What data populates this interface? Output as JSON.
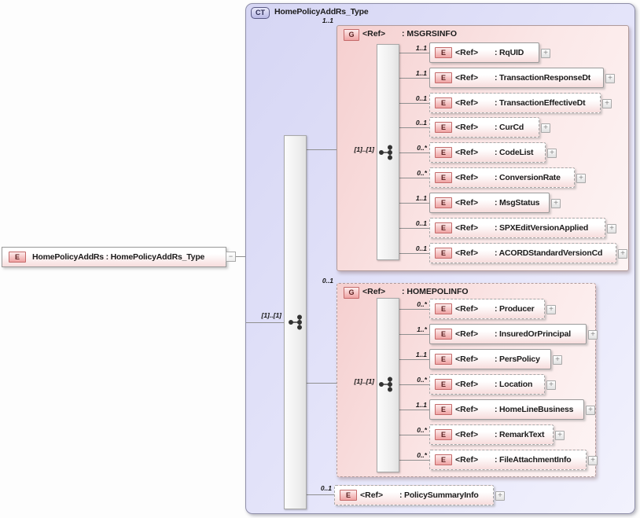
{
  "icons": {
    "expand": "+",
    "collapse": "−"
  },
  "root_element": {
    "badge": "E",
    "label": "HomePolicyAddRs : HomePolicyAddRs_Type"
  },
  "complex_type": {
    "badge": "CT",
    "title": "HomePolicyAddRs_Type",
    "compositor": "sequence",
    "compositor_cardinality": "[1]..[1]"
  },
  "groups": [
    {
      "badge": "G",
      "ref": "<Ref>",
      "name": ": MSGRSINFO",
      "cardinality": "1..1",
      "compositor": "sequence",
      "compositor_cardinality": "[1]..[1]",
      "elements": [
        {
          "badge": "E",
          "ref": "<Ref>",
          "name": ": RqUID",
          "cardinality": "1..1",
          "optional": false
        },
        {
          "badge": "E",
          "ref": "<Ref>",
          "name": ": TransactionResponseDt",
          "cardinality": "1..1",
          "optional": false
        },
        {
          "badge": "E",
          "ref": "<Ref>",
          "name": ": TransactionEffectiveDt",
          "cardinality": "0..1",
          "optional": true
        },
        {
          "badge": "E",
          "ref": "<Ref>",
          "name": ": CurCd",
          "cardinality": "0..1",
          "optional": true
        },
        {
          "badge": "E",
          "ref": "<Ref>",
          "name": ": CodeList",
          "cardinality": "0..*",
          "optional": true
        },
        {
          "badge": "E",
          "ref": "<Ref>",
          "name": ": ConversionRate",
          "cardinality": "0..*",
          "optional": true
        },
        {
          "badge": "E",
          "ref": "<Ref>",
          "name": ": MsgStatus",
          "cardinality": "1..1",
          "optional": false
        },
        {
          "badge": "E",
          "ref": "<Ref>",
          "name": ": SPXEditVersionApplied",
          "cardinality": "0..1",
          "optional": true
        },
        {
          "badge": "E",
          "ref": "<Ref>",
          "name": ": ACORDStandardVersionCd",
          "cardinality": "0..1",
          "optional": true
        }
      ]
    },
    {
      "badge": "G",
      "ref": "<Ref>",
      "name": ": HOMEPOLINFO",
      "cardinality": "0..1",
      "compositor": "sequence",
      "compositor_cardinality": "[1]..[1]",
      "elements": [
        {
          "badge": "E",
          "ref": "<Ref>",
          "name": ": Producer",
          "cardinality": "0..*",
          "optional": true
        },
        {
          "badge": "E",
          "ref": "<Ref>",
          "name": ": InsuredOrPrincipal",
          "cardinality": "1..*",
          "optional": false
        },
        {
          "badge": "E",
          "ref": "<Ref>",
          "name": ": PersPolicy",
          "cardinality": "1..1",
          "optional": false
        },
        {
          "badge": "E",
          "ref": "<Ref>",
          "name": ": Location",
          "cardinality": "0..*",
          "optional": true
        },
        {
          "badge": "E",
          "ref": "<Ref>",
          "name": ": HomeLineBusiness",
          "cardinality": "1..1",
          "optional": false
        },
        {
          "badge": "E",
          "ref": "<Ref>",
          "name": ": RemarkText",
          "cardinality": "0..*",
          "optional": true
        },
        {
          "badge": "E",
          "ref": "<Ref>",
          "name": ": FileAttachmentInfo",
          "cardinality": "0..*",
          "optional": true
        }
      ]
    }
  ],
  "summary_element": {
    "badge": "E",
    "ref": "<Ref>",
    "name": ": PolicySummaryInfo",
    "cardinality": "0..1",
    "optional": true
  }
}
